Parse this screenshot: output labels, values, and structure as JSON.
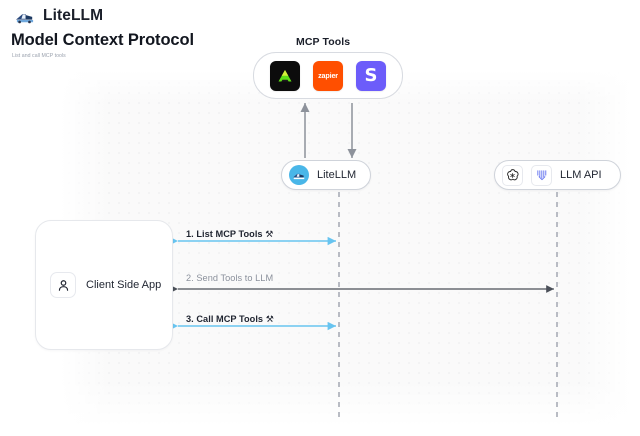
{
  "header": {
    "brand_name": "LiteLLM",
    "brand_logo_icon": "litellm-rocket-icon",
    "title": "Model Context Protocol",
    "subtitle": "List and call MCP tools"
  },
  "diagram": {
    "mcp_group": {
      "label": "MCP Tools",
      "tools": [
        {
          "name": "triangle-tool-icon",
          "kind": "dark",
          "glyph": ""
        },
        {
          "name": "zapier-icon",
          "kind": "zapier",
          "glyph": "zapier"
        },
        {
          "name": "slack-icon",
          "kind": "slack",
          "glyph": "S"
        }
      ]
    },
    "nodes": [
      {
        "id": "litellm",
        "label": "LiteLLM",
        "icon": "litellm-avatar-icon"
      },
      {
        "id": "llm_api",
        "label": "LLM API",
        "icons": [
          "openai-icon",
          "anthropic-icon"
        ]
      }
    ],
    "client": {
      "label": "Client Side App",
      "icon": "person-icon"
    },
    "messages": [
      {
        "step": "1.",
        "text": "List MCP Tools",
        "emoji": "⚒",
        "tone": "dark",
        "direction": "bidirectional",
        "color": "#67c4f0"
      },
      {
        "step": "2.",
        "text": "Send Tools to LLM",
        "emoji": "",
        "tone": "muted",
        "direction": "bidirectional",
        "color": "#4a4f58"
      },
      {
        "step": "3.",
        "text": "Call MCP Tools",
        "emoji": "⚒",
        "tone": "dark",
        "direction": "bidirectional",
        "color": "#67c4f0"
      }
    ],
    "vertical_flows": [
      {
        "name": "litellm-to-mcp-up",
        "direction": "up"
      },
      {
        "name": "mcp-to-litellm-down",
        "direction": "down"
      }
    ],
    "lifelines": [
      "litellm-lifeline",
      "llm-api-lifeline"
    ]
  },
  "colors": {
    "accent_blue": "#67c4f0",
    "dark_arrow": "#4a4f58",
    "canvas_bg": "#fafafa",
    "dot_grid": "#e3e4e8",
    "zapier_orange": "#ff4f00",
    "slack_purple": "#6c5cfa"
  }
}
